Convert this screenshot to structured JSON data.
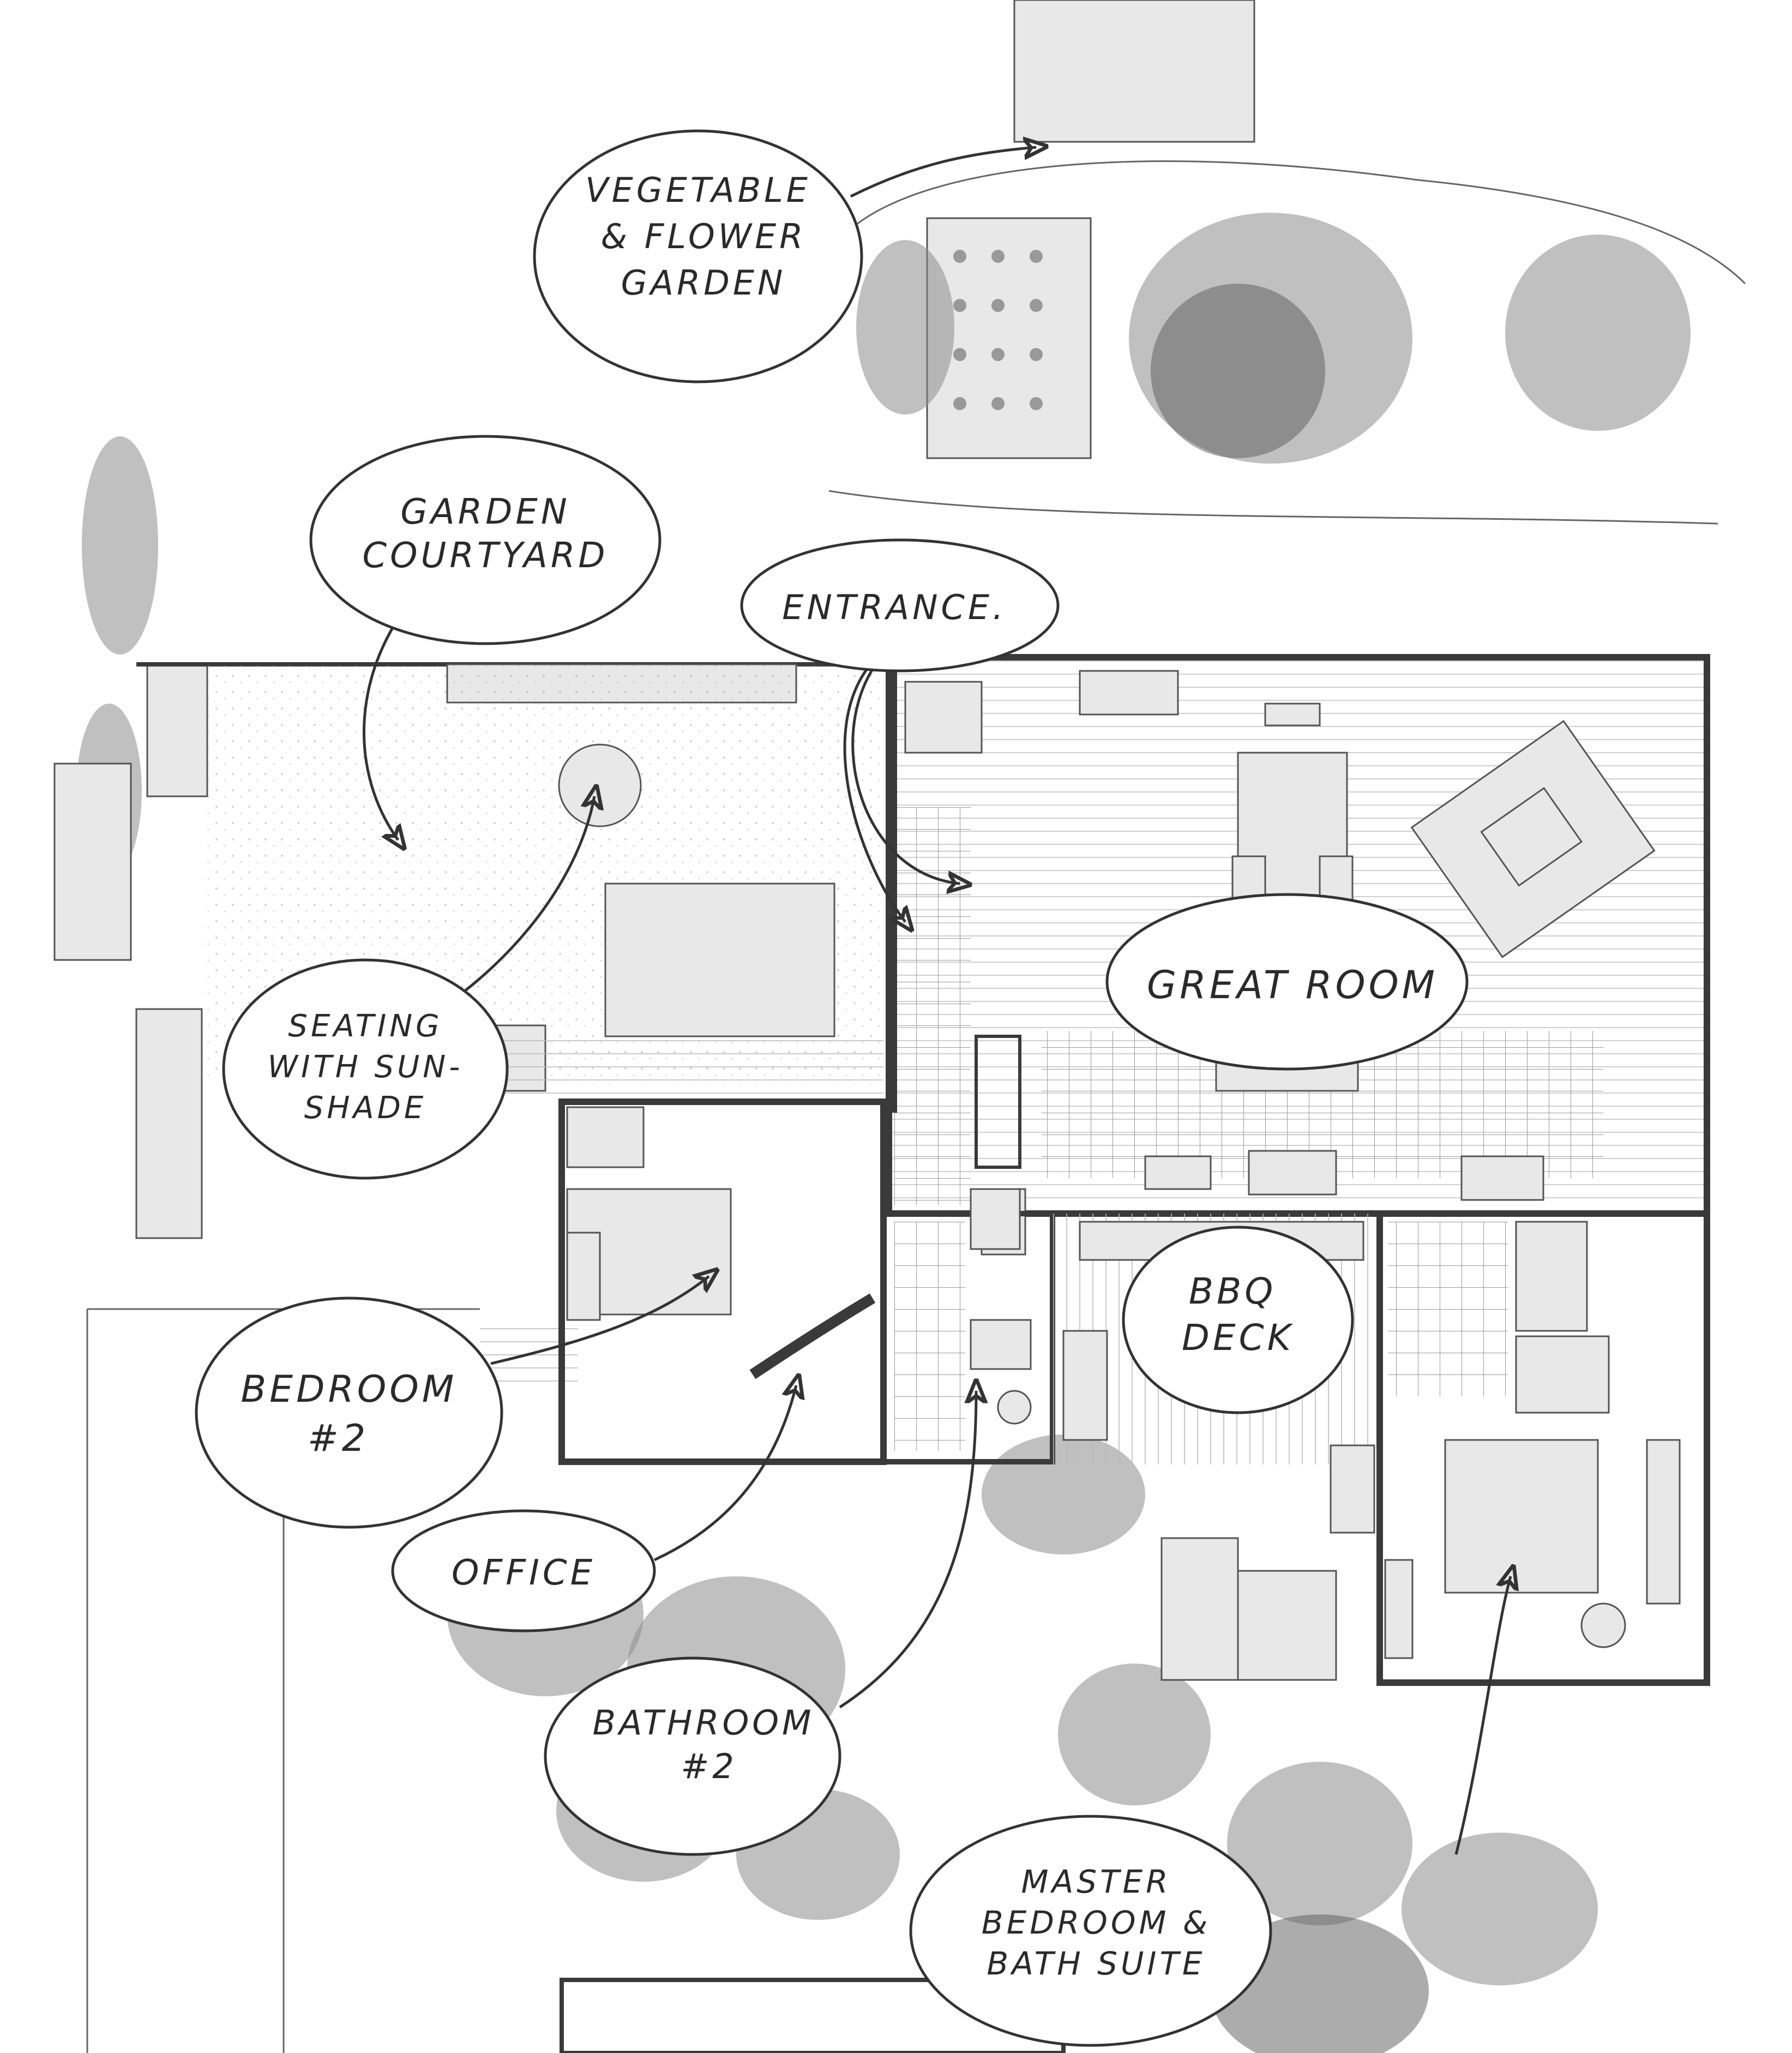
{
  "labels": {
    "vegetable_garden": [
      "VEGETABLE",
      "& FLOWER",
      "GARDEN"
    ],
    "garden_courtyard": [
      "GARDEN",
      "COURTYARD"
    ],
    "entrance": [
      "ENTRANCE."
    ],
    "great_room": [
      "GREAT ROOM"
    ],
    "seating": [
      "SEATING",
      "WITH SUN-",
      "SHADE"
    ],
    "bbq_deck": [
      "BBQ",
      "DECK"
    ],
    "bedroom_2": [
      "BEDROOM",
      "#2"
    ],
    "office": [
      "OFFICE"
    ],
    "bathroom_2": [
      "BATHROOM",
      "#2"
    ],
    "master_suite": [
      "MASTER",
      "BEDROOM &",
      "BATH SUITE"
    ]
  },
  "colors": {
    "ink": "#2a2a2a",
    "pencil": "#777777",
    "paper": "#ffffff"
  }
}
